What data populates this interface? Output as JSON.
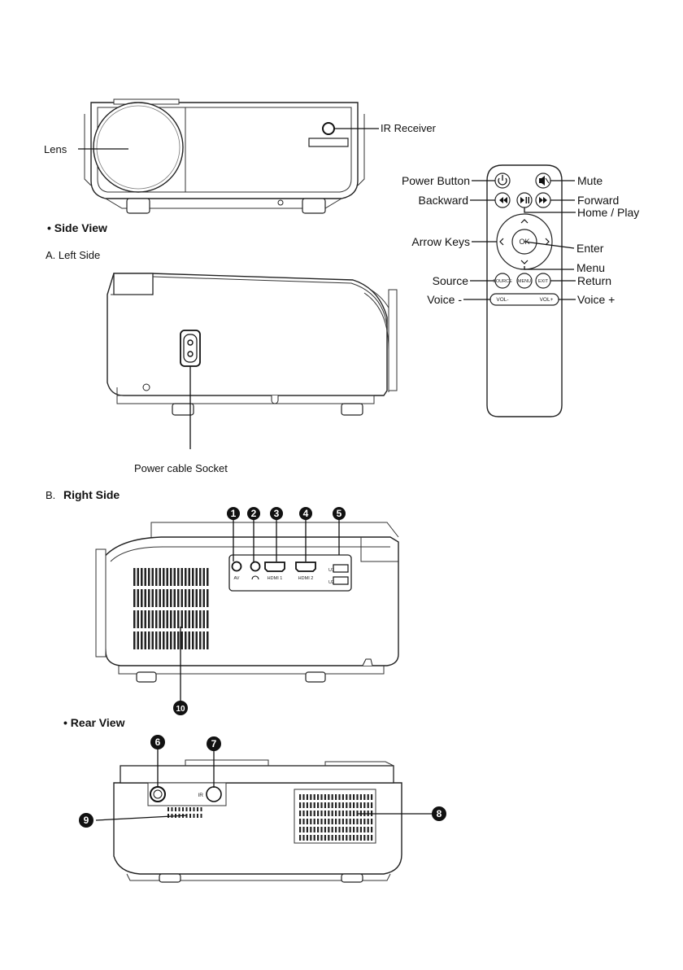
{
  "front_view": {
    "labels": {
      "lens": "Lens",
      "ir_receiver": "IR Receiver"
    }
  },
  "side_view": {
    "heading": "• Side View",
    "left_side": {
      "heading": "A. Left Side",
      "power_socket": "Power cable Socket"
    },
    "right_side": {
      "heading_prefix": "B.",
      "heading": "Right Side",
      "port_labels": {
        "av": "AV",
        "hdmi1": "HDMI 1",
        "hdmi2": "HDMI 2",
        "u1": "U1",
        "u2": "U2"
      },
      "callouts": [
        "1",
        "2",
        "3",
        "4",
        "5",
        "10"
      ]
    }
  },
  "rear_view": {
    "heading": "• Rear View",
    "port_label": "IR",
    "callouts": [
      "6",
      "7",
      "8",
      "9"
    ]
  },
  "remote": {
    "labels": {
      "power": "Power Button",
      "mute": "Mute",
      "backward": "Backward",
      "forward": "Forward",
      "home_play": "Home / Play",
      "arrow_keys": "Arrow  Keys",
      "enter": "Enter",
      "menu": "Menu",
      "source": "Source",
      "return": "Return",
      "voice_minus": "Voice -",
      "voice_plus": "Voice +"
    },
    "buttons": {
      "ok": "OK",
      "source": "SOURCE",
      "menu": "MENU",
      "exit": "EXIT",
      "vol_minus": "VOL-",
      "vol_plus": "VOL+"
    }
  }
}
